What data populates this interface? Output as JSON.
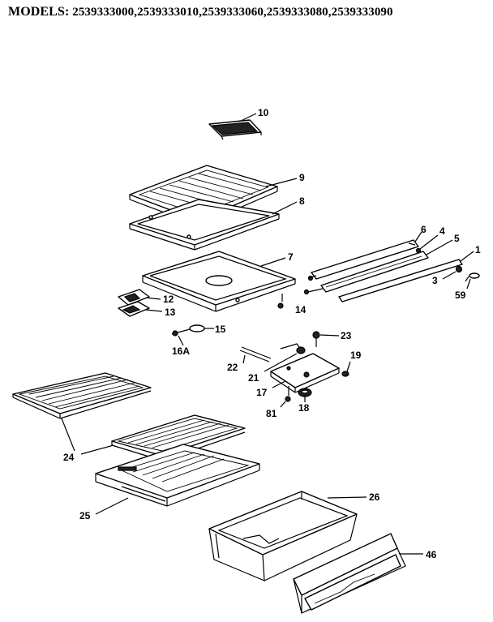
{
  "header": {
    "models_label": "MODELS:",
    "model_numbers": "2539333000,2539333010,2539333060,2539333080,2539333090"
  },
  "callouts": {
    "p10": "10",
    "p9": "9",
    "p8": "8",
    "p7": "7",
    "p6": "6",
    "p4": "4",
    "p5": "5",
    "p1": "1",
    "p3": "3",
    "p59": "59",
    "p12": "12",
    "p13": "13",
    "p14": "14",
    "p15": "15",
    "p16a": "16A",
    "p23": "23",
    "p22": "22",
    "p19": "19",
    "p21": "21",
    "p17": "17",
    "p81": "81",
    "p18": "18",
    "p24": "24",
    "p25": "25",
    "p26": "26",
    "p46": "46"
  }
}
